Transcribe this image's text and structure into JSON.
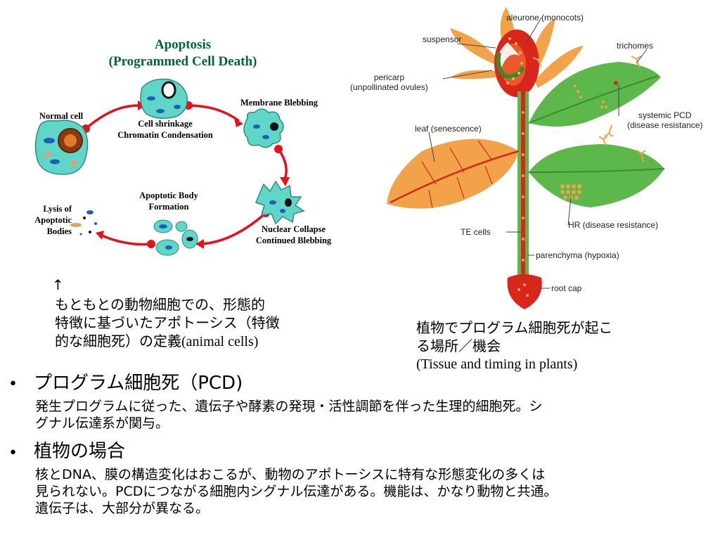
{
  "apoptosis": {
    "title_line1": "Apoptosis",
    "title_line2": "(Programmed Cell Death)",
    "labels": {
      "normal_cell": "Normal cell",
      "shrinkage_line1": "Cell shrinkage",
      "shrinkage_line2": "Chromatin Condensation",
      "blebbing": "Membrane Blebbing",
      "nuclear_line1": "Nuclear Collapse",
      "nuclear_line2": "Continued Blebbing",
      "body_line1": "Apoptotic Body",
      "body_line2": "Formation",
      "lysis_line1": "Lysis of",
      "lysis_line2": "Apoptotic",
      "lysis_line3": "Bodies"
    },
    "arrow_color": "#e8101a",
    "cell_color": "#5fd6c8"
  },
  "plant": {
    "labels": {
      "aleurone": "aleurone (monocots)",
      "suspensor": "suspensor",
      "trichomes": "trichomes",
      "pericarp_line1": "pericarp",
      "pericarp_line2": "(unpollinated ovules)",
      "systemic_line1": "systemic PCD",
      "systemic_line2": "(disease resistance)",
      "leaf": "leaf (senescence)",
      "hr": "HR (disease resistance)",
      "te": "TE cells",
      "parenchyma": "parenchyma (hypoxia)",
      "rootcap": "root cap"
    },
    "leaf_green": "#5cb84a",
    "leaf_orange": "#f2a34a",
    "red": "#d8261c"
  },
  "captions": {
    "arrow": "↑",
    "left_line1": "もともとの動物細胞での、形態的",
    "left_line2": "特徴に基づいたアポトーシス（特徴",
    "left_line3a": "的な細胞死）の定義",
    "left_line3b": "(animal cells)",
    "right_line1": "植物でプログラム細胞死が起こ",
    "right_line2": "る場所／機会",
    "right_line3": "(Tissue and timing in plants)"
  },
  "bullets": [
    {
      "marker": "•",
      "title": "プログラム細胞死（PCD)",
      "lines": [
        "発生プログラムに従った、遺伝子や酵素の発現・活性調節を伴った生理的細胞死。シ",
        "グナル伝達系が関与。"
      ]
    },
    {
      "marker": "•",
      "title": "植物の場合",
      "lines": [
        "核とDNA、膜の構造変化はおこるが、動物のアポトーシスに特有な形態変化の多くは",
        "見られない。PCDにつながる細胞内シグナル伝達がある。機能は、かなり動物と共通。",
        "遺伝子は、大部分が異なる。"
      ]
    }
  ]
}
